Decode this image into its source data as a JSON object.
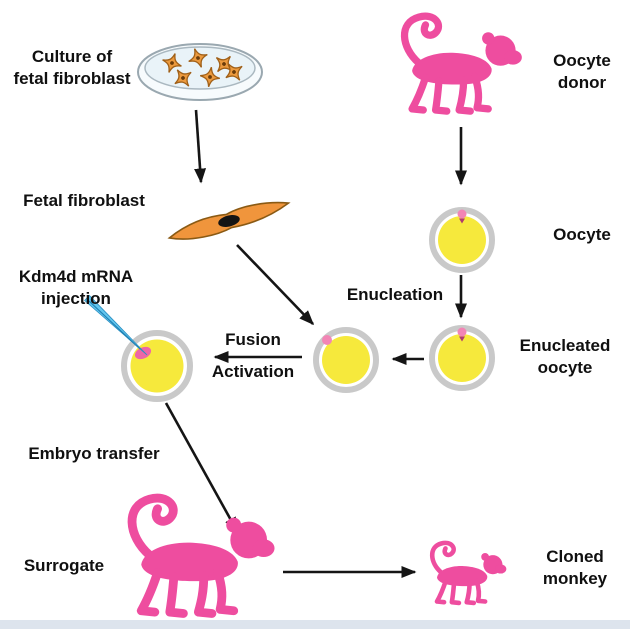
{
  "colors": {
    "monkey_pink": "#ee4d9f",
    "oocyte_yellow": "#f6e93c",
    "zona_gray": "#c9c9c9",
    "polar_body_pink": "#f285b5",
    "nucleus_pink": "#ee66a6",
    "fibroblast_orange": "#f0953c",
    "fibroblast_outline": "#8a5a14",
    "needle_blue": "#62c6ee",
    "arrow_black": "#151515",
    "text_black": "#101010",
    "dish_fill": "#e9f3f8",
    "dish_stroke": "#9aa8b0",
    "footer_strip": "#dde4ed"
  },
  "labels": {
    "culture": {
      "line1": "Culture of",
      "line2": "fetal fibroblast"
    },
    "oocyte_donor": {
      "line1": "Oocyte",
      "line2": "donor"
    },
    "fetal_fibroblast": "Fetal fibroblast",
    "oocyte": "Oocyte",
    "enucleation": "Enucleation",
    "enucleated_oocyte": {
      "line1": "Enucleated",
      "line2": "oocyte"
    },
    "fusion_activation": {
      "line1": "Fusion",
      "line2": "Activation"
    },
    "kdm4d_injection": {
      "line1": "Kdm4d mRNA",
      "line2": "injection"
    },
    "embryo_transfer": "Embryo transfer",
    "surrogate": "Surrogate",
    "cloned_monkey": {
      "line1": "Cloned",
      "line2": "monkey"
    }
  },
  "icons": {
    "petri_dish": "petri-dish-icon",
    "cultured_cells": "cultured-fibroblast-cells-icon",
    "fibroblast_cell": "fetal-fibroblast-cell-icon",
    "donor_monkey": "oocyte-donor-monkey-icon",
    "oocyte": "oocyte-icon",
    "enucleated_oocyte": "enucleated-oocyte-icon",
    "fused_oocyte": "fused-oocyte-icon",
    "injected_oocyte": "injected-oocyte-icon",
    "injection_needle": "injection-needle-icon",
    "surrogate_monkey": "surrogate-monkey-icon",
    "cloned_monkey": "cloned-monkey-icon"
  }
}
